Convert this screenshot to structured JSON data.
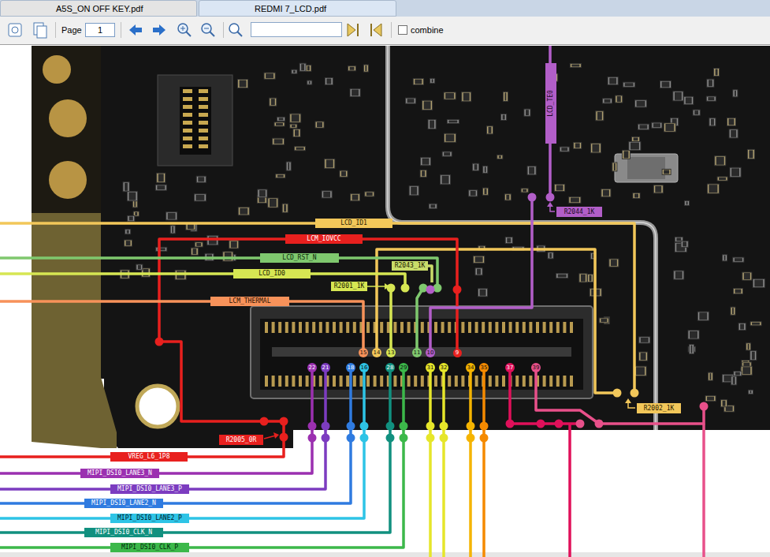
{
  "diagram": {
    "nodes": [
      {
        "text": [
          "A5S_ON OFF KEY.pdf"
        ]
      },
      {
        "text": [
          "REDMI 7_LCD.pdf"
        ]
      },
      {
        "text": [
          "1"
        ]
      },
      {
        "text": [
          "LCD_TE0"
        ]
      },
      {
        "text": [
          "R2044_1K"
        ]
      },
      {
        "text": [
          "LCD_ID1"
        ]
      },
      {
        "text": [
          "LCM_IOVCC"
        ]
      },
      {
        "text": [
          "LCD_RST_N"
        ]
      },
      {
        "text": [
          "R2043_1K"
        ]
      },
      {
        "text": [
          "LCD_ID0"
        ]
      },
      {
        "text": [
          "R2001_1K"
        ]
      },
      {
        "text": [
          "LCM_THERMAL"
        ]
      },
      {
        "text": [
          "15"
        ]
      },
      {
        "text": [
          "14"
        ]
      },
      {
        "text": [
          "13"
        ]
      },
      {
        "text": [
          "11"
        ]
      },
      {
        "text": [
          "10"
        ]
      },
      {
        "text": [
          "9"
        ]
      },
      {
        "text": [
          "22"
        ]
      },
      {
        "text": [
          "21"
        ]
      },
      {
        "text": [
          "18"
        ]
      },
      {
        "text": [
          "16"
        ]
      },
      {
        "text": [
          "28"
        ]
      },
      {
        "text": [
          "29"
        ]
      },
      {
        "text": [
          "31"
        ]
      },
      {
        "text": [
          "32"
        ]
      },
      {
        "text": [
          "34"
        ]
      },
      {
        "text": [
          "35"
        ]
      },
      {
        "text": [
          "37"
        ]
      },
      {
        "text": [
          "39"
        ]
      },
      {
        "text": [
          "R2002_1K"
        ]
      },
      {
        "text": [
          "R2005_0R"
        ]
      },
      {
        "text": [
          "VREG_L6_1P8"
        ]
      },
      {
        "text": [
          "MIPI_DSI0_LANE3_N"
        ]
      },
      {
        "text": [
          "MIPI_DSI0_LANE3_P"
        ]
      },
      {
        "text": [
          "MIPI_DSI0_LANE2_N"
        ]
      },
      {
        "text": [
          "MIPI_DSI0_LANE2_P"
        ]
      },
      {
        "text": [
          "MIPI_DSI0_CLK_N"
        ]
      },
      {
        "text": [
          "MIPI_DSI0_CLK_P"
        ]
      }
    ],
    "labels": [
      "Page",
      "combine"
    ]
  }
}
